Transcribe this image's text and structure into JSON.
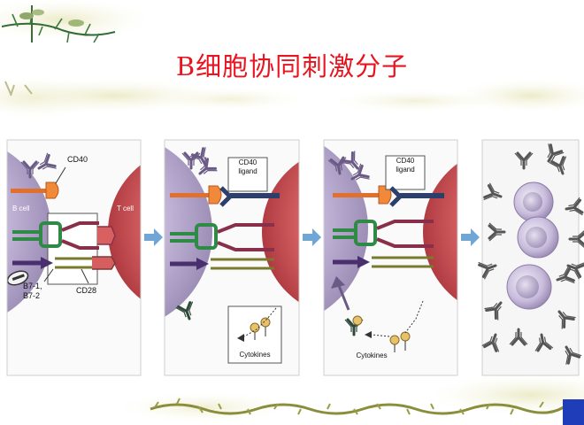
{
  "slide": {
    "title": "B细胞协同刺激分子"
  },
  "panel1": {
    "cd40": "CD40",
    "b_cell": "B cell",
    "t_cell": "T cell",
    "b7_1": "B7-1,",
    "b7_2": "B7-2",
    "cd28": "CD28"
  },
  "panel2": {
    "cd40_ligand_line1": "CD40",
    "cd40_ligand_line2": "ligand",
    "cytokines": "Cytokines"
  },
  "panel3": {
    "cd40_ligand_line1": "CD40",
    "cd40_ligand_line2": "ligand",
    "cytokines": "Cytokines"
  },
  "colors": {
    "title": "#e8141f",
    "b_cell": "#b7a9cc",
    "t_cell": "#d7585f",
    "arrow": "#6fa6d6",
    "corner_square": "#1f3db8"
  }
}
